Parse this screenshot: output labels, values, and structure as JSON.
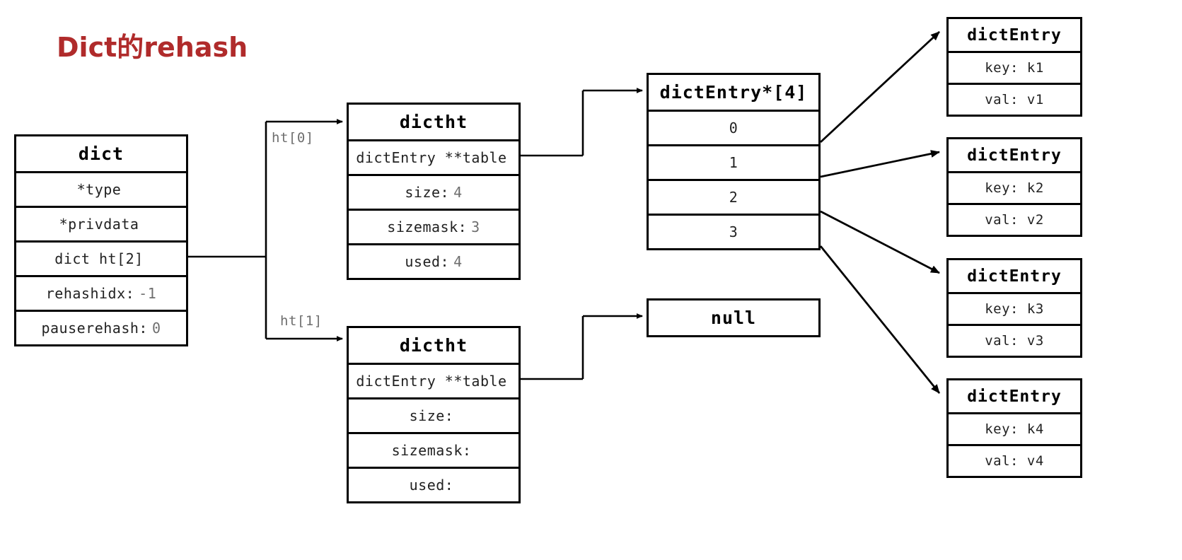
{
  "title": "Dict的rehash",
  "colors": {
    "title": "#b02b2b",
    "stroke": "#000000",
    "value": "#6e6e6e",
    "background": "#ffffff"
  },
  "dict_box": {
    "header": "dict",
    "rows": [
      {
        "label": "*type",
        "value": ""
      },
      {
        "label": "*privdata",
        "value": ""
      },
      {
        "label": "dict ht[2]",
        "value": ""
      },
      {
        "label": "rehashidx:",
        "value": "-1"
      },
      {
        "label": "pauserehash:",
        "value": "0"
      }
    ]
  },
  "ht_labels": {
    "ht0": "ht[0]",
    "ht1": "ht[1]"
  },
  "dictht0_box": {
    "header": "dictht",
    "rows": [
      {
        "label": "dictEntry **table",
        "value": ""
      },
      {
        "label": "size:",
        "value": "4"
      },
      {
        "label": "sizemask:",
        "value": "3"
      },
      {
        "label": "used:",
        "value": "4"
      }
    ]
  },
  "dictht1_box": {
    "header": "dictht",
    "rows": [
      {
        "label": "dictEntry **table",
        "value": ""
      },
      {
        "label": "size:",
        "value": ""
      },
      {
        "label": "sizemask:",
        "value": ""
      },
      {
        "label": "used:",
        "value": ""
      }
    ]
  },
  "array_box": {
    "header": "dictEntry*[4]",
    "slots": [
      "0",
      "1",
      "2",
      "3"
    ]
  },
  "null_box": {
    "header": "null"
  },
  "entries": [
    {
      "header": "dictEntry",
      "key": "key: k1",
      "val": "val: v1"
    },
    {
      "header": "dictEntry",
      "key": "key: k2",
      "val": "val: v2"
    },
    {
      "header": "dictEntry",
      "key": "key: k3",
      "val": "val: v3"
    },
    {
      "header": "dictEntry",
      "key": "key: k4",
      "val": "val: v4"
    }
  ]
}
